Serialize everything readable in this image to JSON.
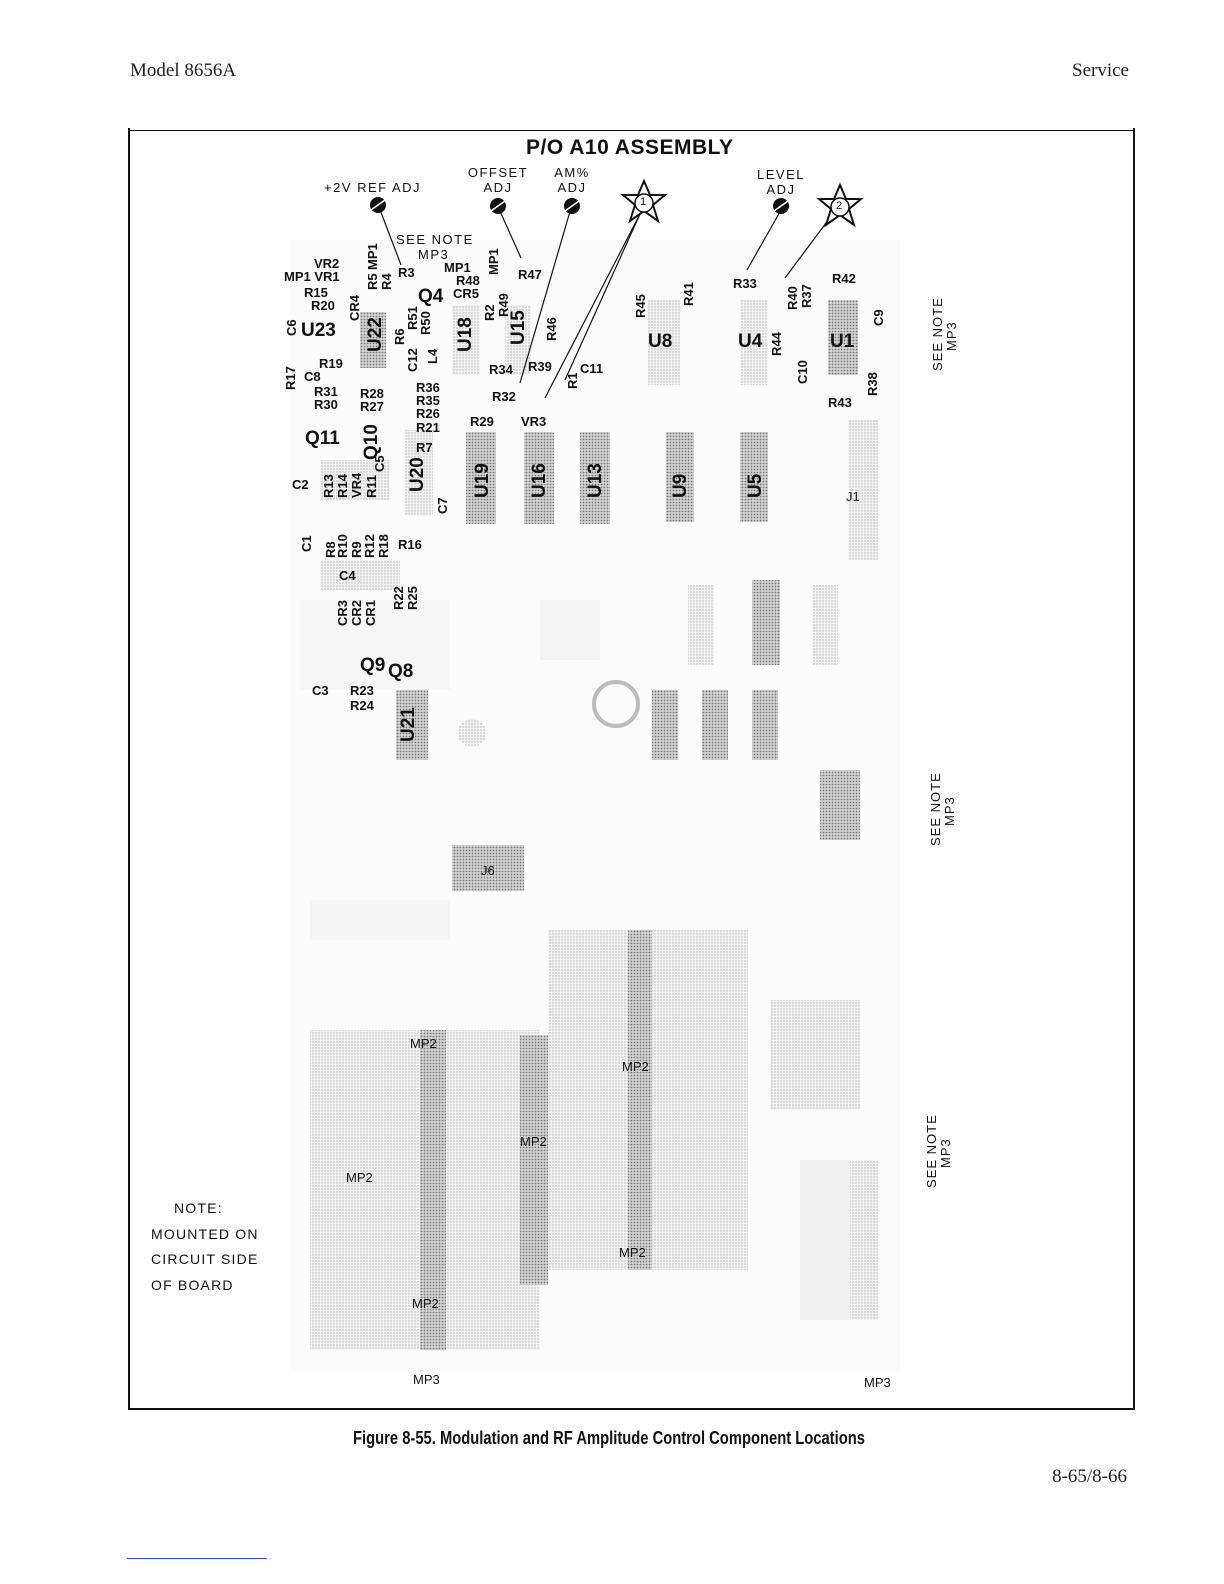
{
  "header": {
    "left": "Model 8656A",
    "right": "Service"
  },
  "figure": {
    "title": "P/O A10 ASSEMBLY",
    "adjustments": [
      {
        "id": "ref",
        "line1": "+2V REF ADJ",
        "line2": ""
      },
      {
        "id": "offset",
        "line1": "OFFSET",
        "line2": "ADJ"
      },
      {
        "id": "am",
        "line1": "AM%",
        "line2": "ADJ"
      },
      {
        "id": "level",
        "line1": "LEVEL",
        "line2": "ADJ"
      }
    ],
    "markers": [
      "1",
      "2"
    ],
    "see_note_top": {
      "line1": "SEE NOTE",
      "line2": "MP3"
    },
    "see_note_side": "SEE NOTE",
    "see_note_side_sub": "MP3",
    "components": {
      "U23": "U23",
      "U22": "U22",
      "U18": "U18",
      "U15": "U15",
      "U8": "U8",
      "U4": "U4",
      "U1": "U1",
      "U20": "U20",
      "U19": "U19",
      "U16": "U16",
      "U13": "U13",
      "U9": "U9",
      "U5": "U5",
      "U21": "U21",
      "Q4": "Q4",
      "Q11": "Q11",
      "Q10": "Q10",
      "Q9": "Q9",
      "Q8": "Q8",
      "J1": "J1",
      "J6": "J6",
      "VR3": "VR3",
      "L4": "L4",
      "MP1a": "MP1 VR1",
      "VR2": "VR2",
      "MP1b": "MP1",
      "MP1c": "MP1",
      "MP1d": "MP1",
      "R3": "R3",
      "R4": "R4",
      "R5": "R5",
      "R15": "R15",
      "R20": "R20",
      "CR4": "CR4",
      "C6": "C6",
      "R6": "R6",
      "R51": "R51",
      "R50": "R50",
      "C12": "C12",
      "R48": "R48",
      "CR5": "CR5",
      "R2": "R2",
      "R49": "R49",
      "R47": "R47",
      "R46": "R46",
      "R34": "R34",
      "R39": "R39",
      "R1": "R1",
      "C11": "C11",
      "R32": "R32",
      "R45": "R45",
      "R41": "R41",
      "R33": "R33",
      "R40": "R40",
      "R37": "R37",
      "R42": "R42",
      "C9": "C9",
      "R44": "R44",
      "C10": "C10",
      "R38": "R38",
      "R43": "R43",
      "R17": "R17",
      "R19": "R19",
      "C8": "C8",
      "R31": "R31",
      "R30": "R30",
      "R28": "R28",
      "R27": "R27",
      "R36": "R36",
      "R35": "R35",
      "R26": "R26",
      "R21": "R21",
      "R7": "R7",
      "R29": "R29",
      "C5": "C5",
      "C2": "C2",
      "R13": "R13",
      "R14": "R14",
      "VR4": "VR4",
      "R11": "R11",
      "C7": "C7",
      "C1": "C1",
      "R8": "R8",
      "R10": "R10",
      "R9": "R9",
      "R12": "R12",
      "R18": "R18",
      "R16": "R16",
      "C4": "C4",
      "CR3": "CR3",
      "CR2": "CR2",
      "CR1": "CR1",
      "R22": "R22",
      "R25": "R25",
      "C3": "C3",
      "R23": "R23",
      "R24": "R24",
      "MP2": "MP2",
      "MP3": "MP3"
    },
    "note": {
      "line1": "NOTE:",
      "line2": "MOUNTED ON",
      "line3": "CIRCUIT SIDE",
      "line4": "OF BOARD"
    }
  },
  "caption": "Figure 8-55.  Modulation and RF Amplitude Control Component Locations",
  "page_number": "8-65/8-66"
}
